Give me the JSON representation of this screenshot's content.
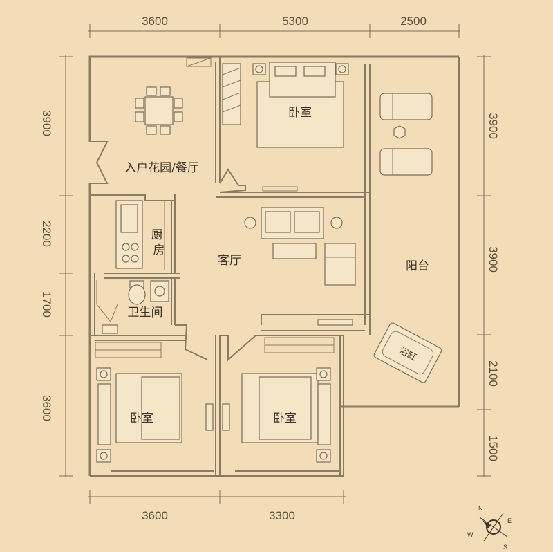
{
  "dimensions": {
    "top": [
      "3600",
      "5300",
      "2500"
    ],
    "bottom": [
      "3600",
      "3300"
    ],
    "left": [
      "3900",
      "2200",
      "1700",
      "3600"
    ],
    "right": [
      "3900",
      "3900",
      "2100",
      "1500"
    ]
  },
  "rooms": {
    "garden_dining": "入户花园/餐厅",
    "master_bedroom": "卧室",
    "kitchen": "厨房",
    "living_room": "客厅",
    "bathroom": "卫生间",
    "balcony": "阳台",
    "bathtub": "浴缸",
    "bedroom_left": "卧室",
    "bedroom_right": "卧室"
  },
  "compass": {
    "n": "N",
    "e": "E",
    "s": "S",
    "w": "W"
  },
  "colors": {
    "background": "#f3dcb8",
    "line": "#8a7a62",
    "text": "#3e3428"
  }
}
